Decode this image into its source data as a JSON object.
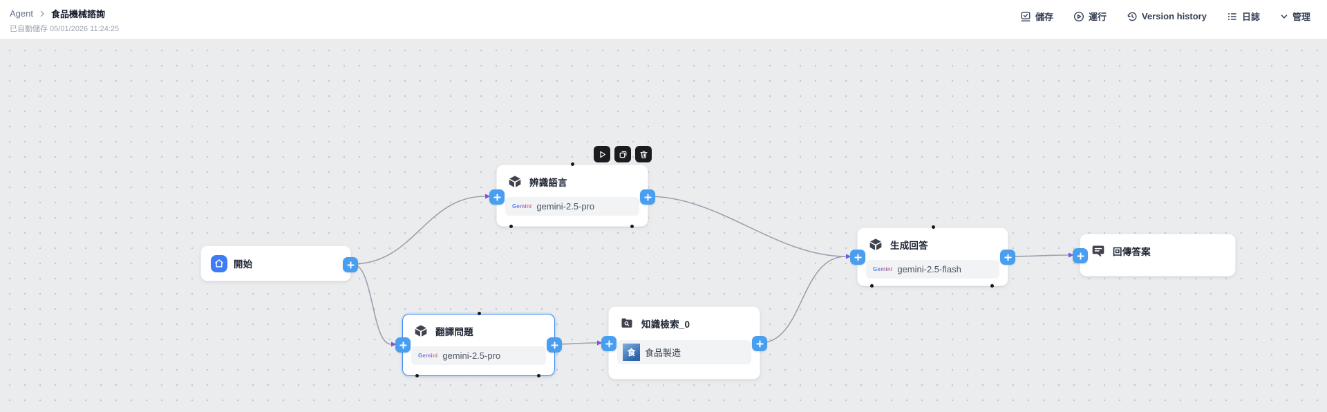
{
  "header": {
    "breadcrumb": {
      "root": "Agent",
      "title": "食品機械諮詢"
    },
    "autosave": "已自動儲存 05/01/2026 11:24:25",
    "actions": {
      "save": "儲存",
      "run": "運行",
      "version_history": "Version history",
      "logs": "日誌",
      "manage": "管理"
    }
  },
  "nodes": {
    "start": {
      "title": "開始"
    },
    "identify_language": {
      "title": "辨識語言",
      "provider": "Gemini",
      "model": "gemini-2.5-pro"
    },
    "translate_question": {
      "title": "翻譯問題",
      "provider": "Gemini",
      "model": "gemini-2.5-pro",
      "selected": true
    },
    "knowledge_retrieval": {
      "title": "知識檢索_0",
      "dataset": "食品製造",
      "dataset_icon_char": "食"
    },
    "generate_answer": {
      "title": "生成回答",
      "provider": "Gemini",
      "model": "gemini-2.5-flash"
    },
    "return_answer": {
      "title": "回傳答案"
    }
  },
  "colors": {
    "canvas_bg": "#ebecee",
    "grid_dot": "#c7c8cd",
    "handle_blue": "#4a9ef0",
    "selected_border": "#3f8cf7",
    "edge_line": "#9aa0ad",
    "edge_arrow": "#7e57e0",
    "start_icon_bg": "#3e7bf6",
    "node_icon_dark": "#40424e",
    "toolbar_bg": "#1b1c20"
  }
}
